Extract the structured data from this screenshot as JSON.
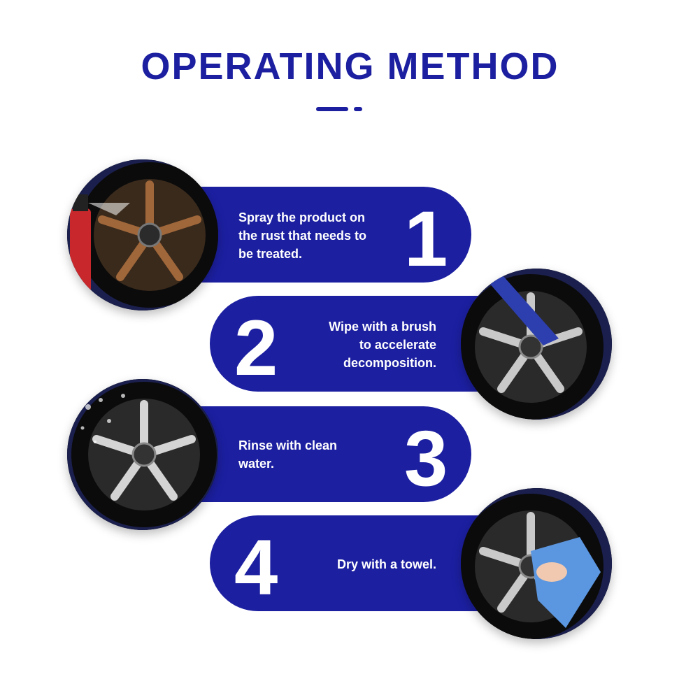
{
  "header": {
    "title": "OPERATING METHOD"
  },
  "steps": [
    {
      "number": "1",
      "text": "Spray the product on\nthe rust that needs to\nbe treated.",
      "image_icon": "rusty-wheel-spray-icon"
    },
    {
      "number": "2",
      "text": "Wipe with a brush\nto accelerate\ndecomposition.",
      "image_icon": "wheel-brush-icon"
    },
    {
      "number": "3",
      "text": "Rinse with clean\nwater.",
      "image_icon": "wheel-rinse-icon"
    },
    {
      "number": "4",
      "text": "Dry with a towel.",
      "image_icon": "wheel-towel-icon"
    }
  ],
  "colors": {
    "brand_blue": "#1c1fa0",
    "text_white": "#ffffff",
    "background": "#ffffff"
  }
}
